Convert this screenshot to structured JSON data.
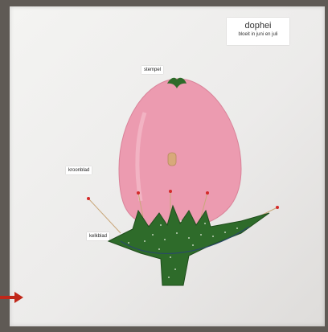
{
  "title_card": {
    "title": "dophei",
    "subtitle": "bloeit in juni en juli"
  },
  "labels": {
    "stamen_label": "stempel",
    "petal_label": "kroonblad",
    "sepal_label": "kelkblad"
  },
  "colors": {
    "petal": "#ec9bb0",
    "sepal": "#2e6b2a",
    "board": "#eeeeec",
    "background": "#5f5a55",
    "arrow": "#c0281a"
  },
  "icons": {
    "pointer": "red-arrow-icon"
  }
}
